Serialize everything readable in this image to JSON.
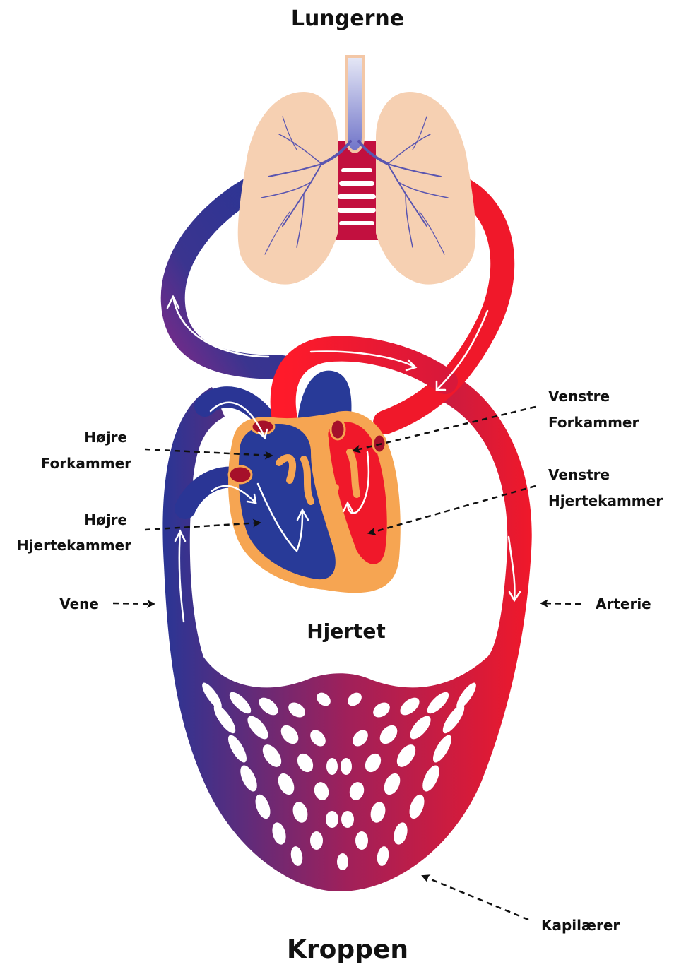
{
  "labels": {
    "lungs": "Lungerne",
    "heart": "Hjertet",
    "body": "Kroppen",
    "right_atrium": [
      "Højre",
      "Forkammer"
    ],
    "right_ventricle": [
      "Højre",
      "Hjertekammer"
    ],
    "left_atrium": [
      "Venstre",
      "Forkammer"
    ],
    "left_ventricle": [
      "Venstre",
      "Hjertekammer"
    ],
    "vein": "Vene",
    "artery": "Arterie",
    "capillaries": "Kapilærer"
  },
  "colors": {
    "oxygen_poor": "#2a3595",
    "oxygen_rich": "#f0182a",
    "capillary_mix": "#a0205a",
    "lung_tissue": "#f6d0b2",
    "heart_muscle": "#f6a552",
    "arrow": "#ffffff",
    "pointer": "#111111"
  }
}
